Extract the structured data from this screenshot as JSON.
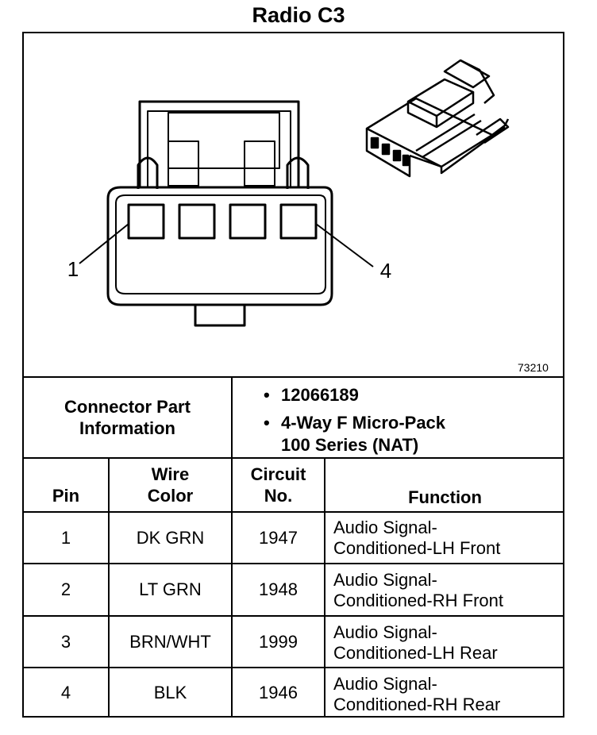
{
  "title": "Radio C3",
  "figure_number": "73210",
  "pin_callouts": [
    "1",
    "4"
  ],
  "connector_info": {
    "label": "Connector Part Information",
    "label_line1": "Connector Part",
    "label_line2": "Information",
    "bullets": [
      "12066189",
      "4-Way F Micro-Pack",
      "100 Series (NAT)"
    ]
  },
  "table": {
    "headers": {
      "pin": "Pin",
      "wire_color_line1": "Wire",
      "wire_color_line2": "Color",
      "circuit_line1": "Circuit",
      "circuit_line2": "No.",
      "function": "Function"
    },
    "rows": [
      {
        "pin": "1",
        "wire_color": "DK GRN",
        "circuit": "1947",
        "function_line1": "Audio Signal-",
        "function_line2": "Conditioned-LH Front"
      },
      {
        "pin": "2",
        "wire_color": "LT GRN",
        "circuit": "1948",
        "function_line1": "Audio Signal-",
        "function_line2": "Conditioned-RH Front"
      },
      {
        "pin": "3",
        "wire_color": "BRN/WHT",
        "circuit": "1999",
        "function_line1": "Audio Signal-",
        "function_line2": "Conditioned-LH Rear"
      },
      {
        "pin": "4",
        "wire_color": "BLK",
        "circuit": "1946",
        "function_line1": "Audio Signal-",
        "function_line2": "Conditioned-RH Rear"
      }
    ]
  }
}
